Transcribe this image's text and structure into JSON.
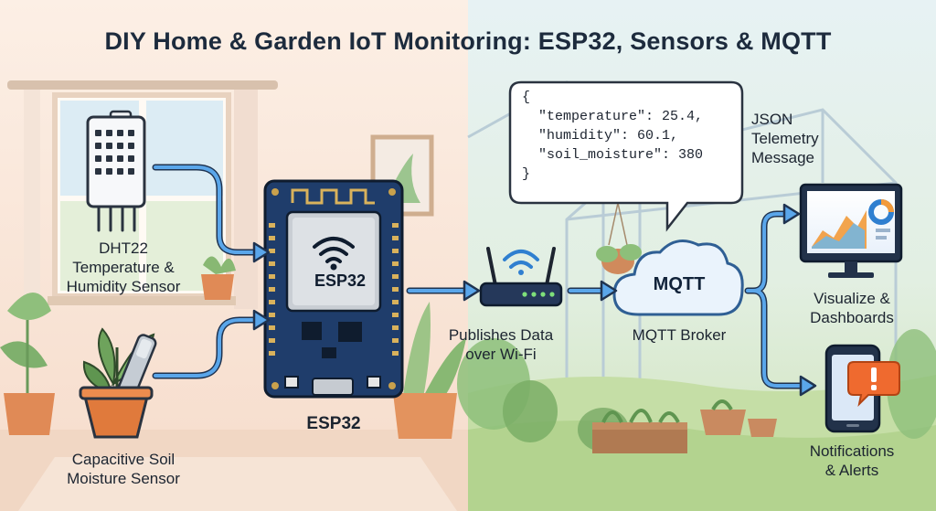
{
  "title": "DIY Home & Garden IoT Monitoring: ESP32, Sensors & MQTT",
  "sensors": {
    "dht22": [
      "DHT22",
      "Temperature &",
      "Humidity Sensor"
    ],
    "soil": [
      "Capacitive Soil",
      "Moisture Sensor"
    ]
  },
  "board": {
    "chip_label": "ESP32",
    "caption": "ESP32"
  },
  "publish_label": [
    "Publishes Data",
    "over Wi-Fi"
  ],
  "broker": {
    "cloud_label": "MQTT",
    "caption": "MQTT Broker"
  },
  "json_message": {
    "lines": [
      "{",
      "  \"temperature\": 25.4,",
      "  \"humidity\": 60.1,",
      "  \"soil_moisture\": 380",
      "}"
    ],
    "caption": [
      "JSON",
      "Telemetry",
      "Message"
    ]
  },
  "outputs": {
    "visualize": [
      "Visualize &",
      "Dashboards"
    ],
    "notify": [
      "Notifications",
      "& Alerts"
    ]
  },
  "colors": {
    "left_bg": "#fbe9dd",
    "right_bg": "#e4f0ea",
    "board_blue": "#1f3d6b",
    "arrow_blue": "#2f7fd0",
    "alert_orange": "#ef6a2f"
  }
}
